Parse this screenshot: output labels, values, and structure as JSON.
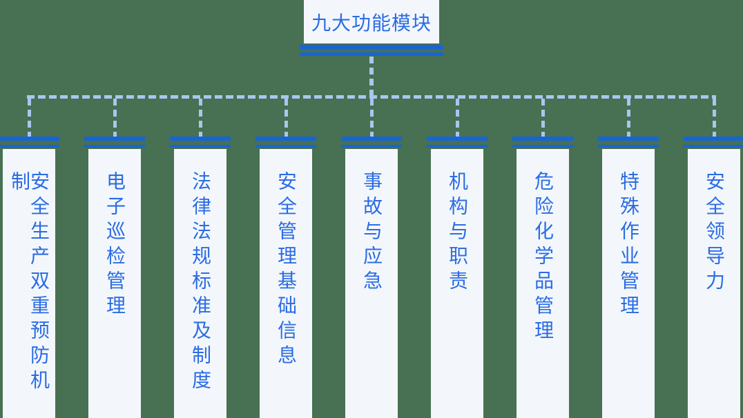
{
  "diagram": {
    "title": "九大功能模块",
    "modules": [
      {
        "label": "安全生产双重预防机制"
      },
      {
        "label": "电子巡检管理"
      },
      {
        "label": "法律法规标准及制度"
      },
      {
        "label": "安全管理基础信息"
      },
      {
        "label": "事故与应急"
      },
      {
        "label": "机构与职责"
      },
      {
        "label": "危险化学品管理"
      },
      {
        "label": "特殊作业管理"
      },
      {
        "label": "安全领导力"
      }
    ],
    "colors": {
      "background": "#487052",
      "box_bg": "#f3f7fc",
      "line_blue": "#1565d8",
      "text_blue": "#2b6ce4",
      "connector_dash": "#a9c6ef"
    }
  }
}
